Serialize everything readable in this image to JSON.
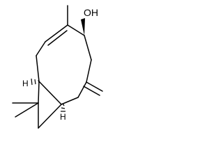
{
  "molecule": {
    "atom_labels": {
      "hydroxyl": "OH",
      "stereo_h_upper": "H",
      "stereo_h_lower": "H"
    }
  },
  "colors": {
    "bond": "#000000",
    "background": "#ffffff"
  }
}
